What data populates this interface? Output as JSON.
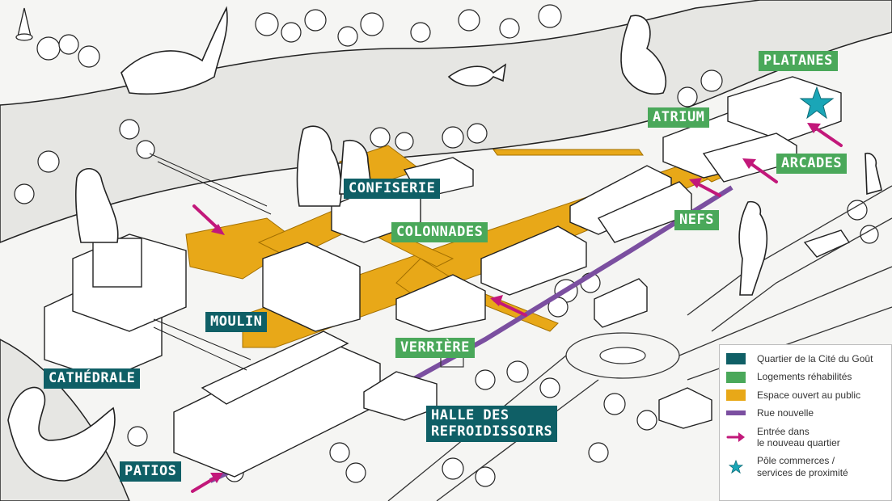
{
  "labels": {
    "platanes": "PLATANES",
    "atrium": "ATRIUM",
    "arcades": "ARCADES",
    "confiserie": "CONFISERIE",
    "colonnades": "COLONNADES",
    "nefs": "NEFS",
    "moulin": "MOULIN",
    "verriere": "VERRIÈRE",
    "cathedrale": "CATHÉDRALE",
    "halle_line1": "HALLE DES",
    "halle_line2": "REFROIDISSOIRS",
    "patios": "PATIOS"
  },
  "legend": {
    "items": [
      {
        "label": "Quartier de la Cité du Goût",
        "color": "#0f5f66"
      },
      {
        "label": "Logements réhabilités",
        "color": "#4aa85a"
      },
      {
        "label": "Espace ouvert au public",
        "color": "#e8a818"
      },
      {
        "label": "Rue nouvelle",
        "color": "#7b4fa0"
      },
      {
        "label_line1": "Entrée dans",
        "label_line2": "le nouveau quartier",
        "color": "#c2187a"
      },
      {
        "label_line1": "Pôle commerces /",
        "label_line2": "services de proximité",
        "color": "#1aa6b7"
      }
    ]
  },
  "colors": {
    "teal": "#0f5f66",
    "green": "#4aa85a",
    "orange": "#e8a818",
    "purple": "#7b4fa0",
    "magenta": "#c2187a",
    "cyan": "#1aa6b7"
  }
}
